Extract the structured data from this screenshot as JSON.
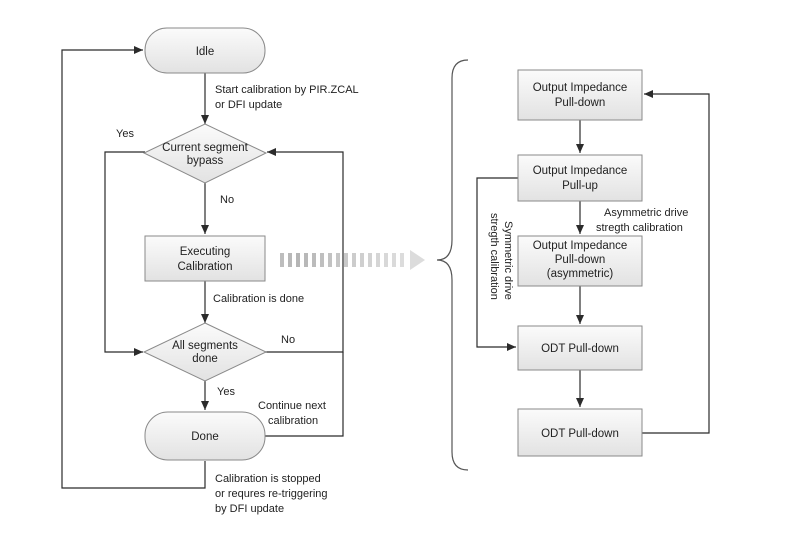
{
  "colors": {
    "node_fill_top": "#fbfbfb",
    "node_fill_bottom": "#e2e2e2",
    "node_stroke": "#8a8a8a",
    "line": "#2b2b2b",
    "text": "#222222"
  },
  "flow": {
    "idle": "Idle",
    "start_label_1": "Start calibration by PIR.ZCAL",
    "start_label_2": "or DFI update",
    "bypass_1": "Current segment",
    "bypass_2": "bypass",
    "yes_bypass": "Yes",
    "no_bypass": "No",
    "executing_1": "Executing",
    "executing_2": "Calibration",
    "cal_done": "Calibration is done",
    "all_done_1": "All segments",
    "all_done_2": "done",
    "no_all": "No",
    "yes_all": "Yes",
    "done": "Done",
    "continue_1": "Continue next",
    "continue_2": "calibration",
    "stopped_1": "Calibration is stopped",
    "stopped_2": "or requres re-triggering",
    "stopped_3": "by DFI update"
  },
  "detail": {
    "out_pd_1": "Output Impedance",
    "out_pd_2": "Pull-down",
    "out_pu_1": "Output Impedance",
    "out_pu_2": "Pull-up",
    "out_pd_asym_1": "Output Impedance",
    "out_pd_asym_2": "Pull-down",
    "out_pd_asym_3": "(asymmetric)",
    "asym_label_1": "Asymmetric drive",
    "asym_label_2": "stregth calibration",
    "sym_label_1": "Symmetric drive",
    "sym_label_2": "stregth calibration",
    "odt_pd_1": "ODT Pull-down",
    "odt_pd_2": "ODT Pull-down"
  }
}
